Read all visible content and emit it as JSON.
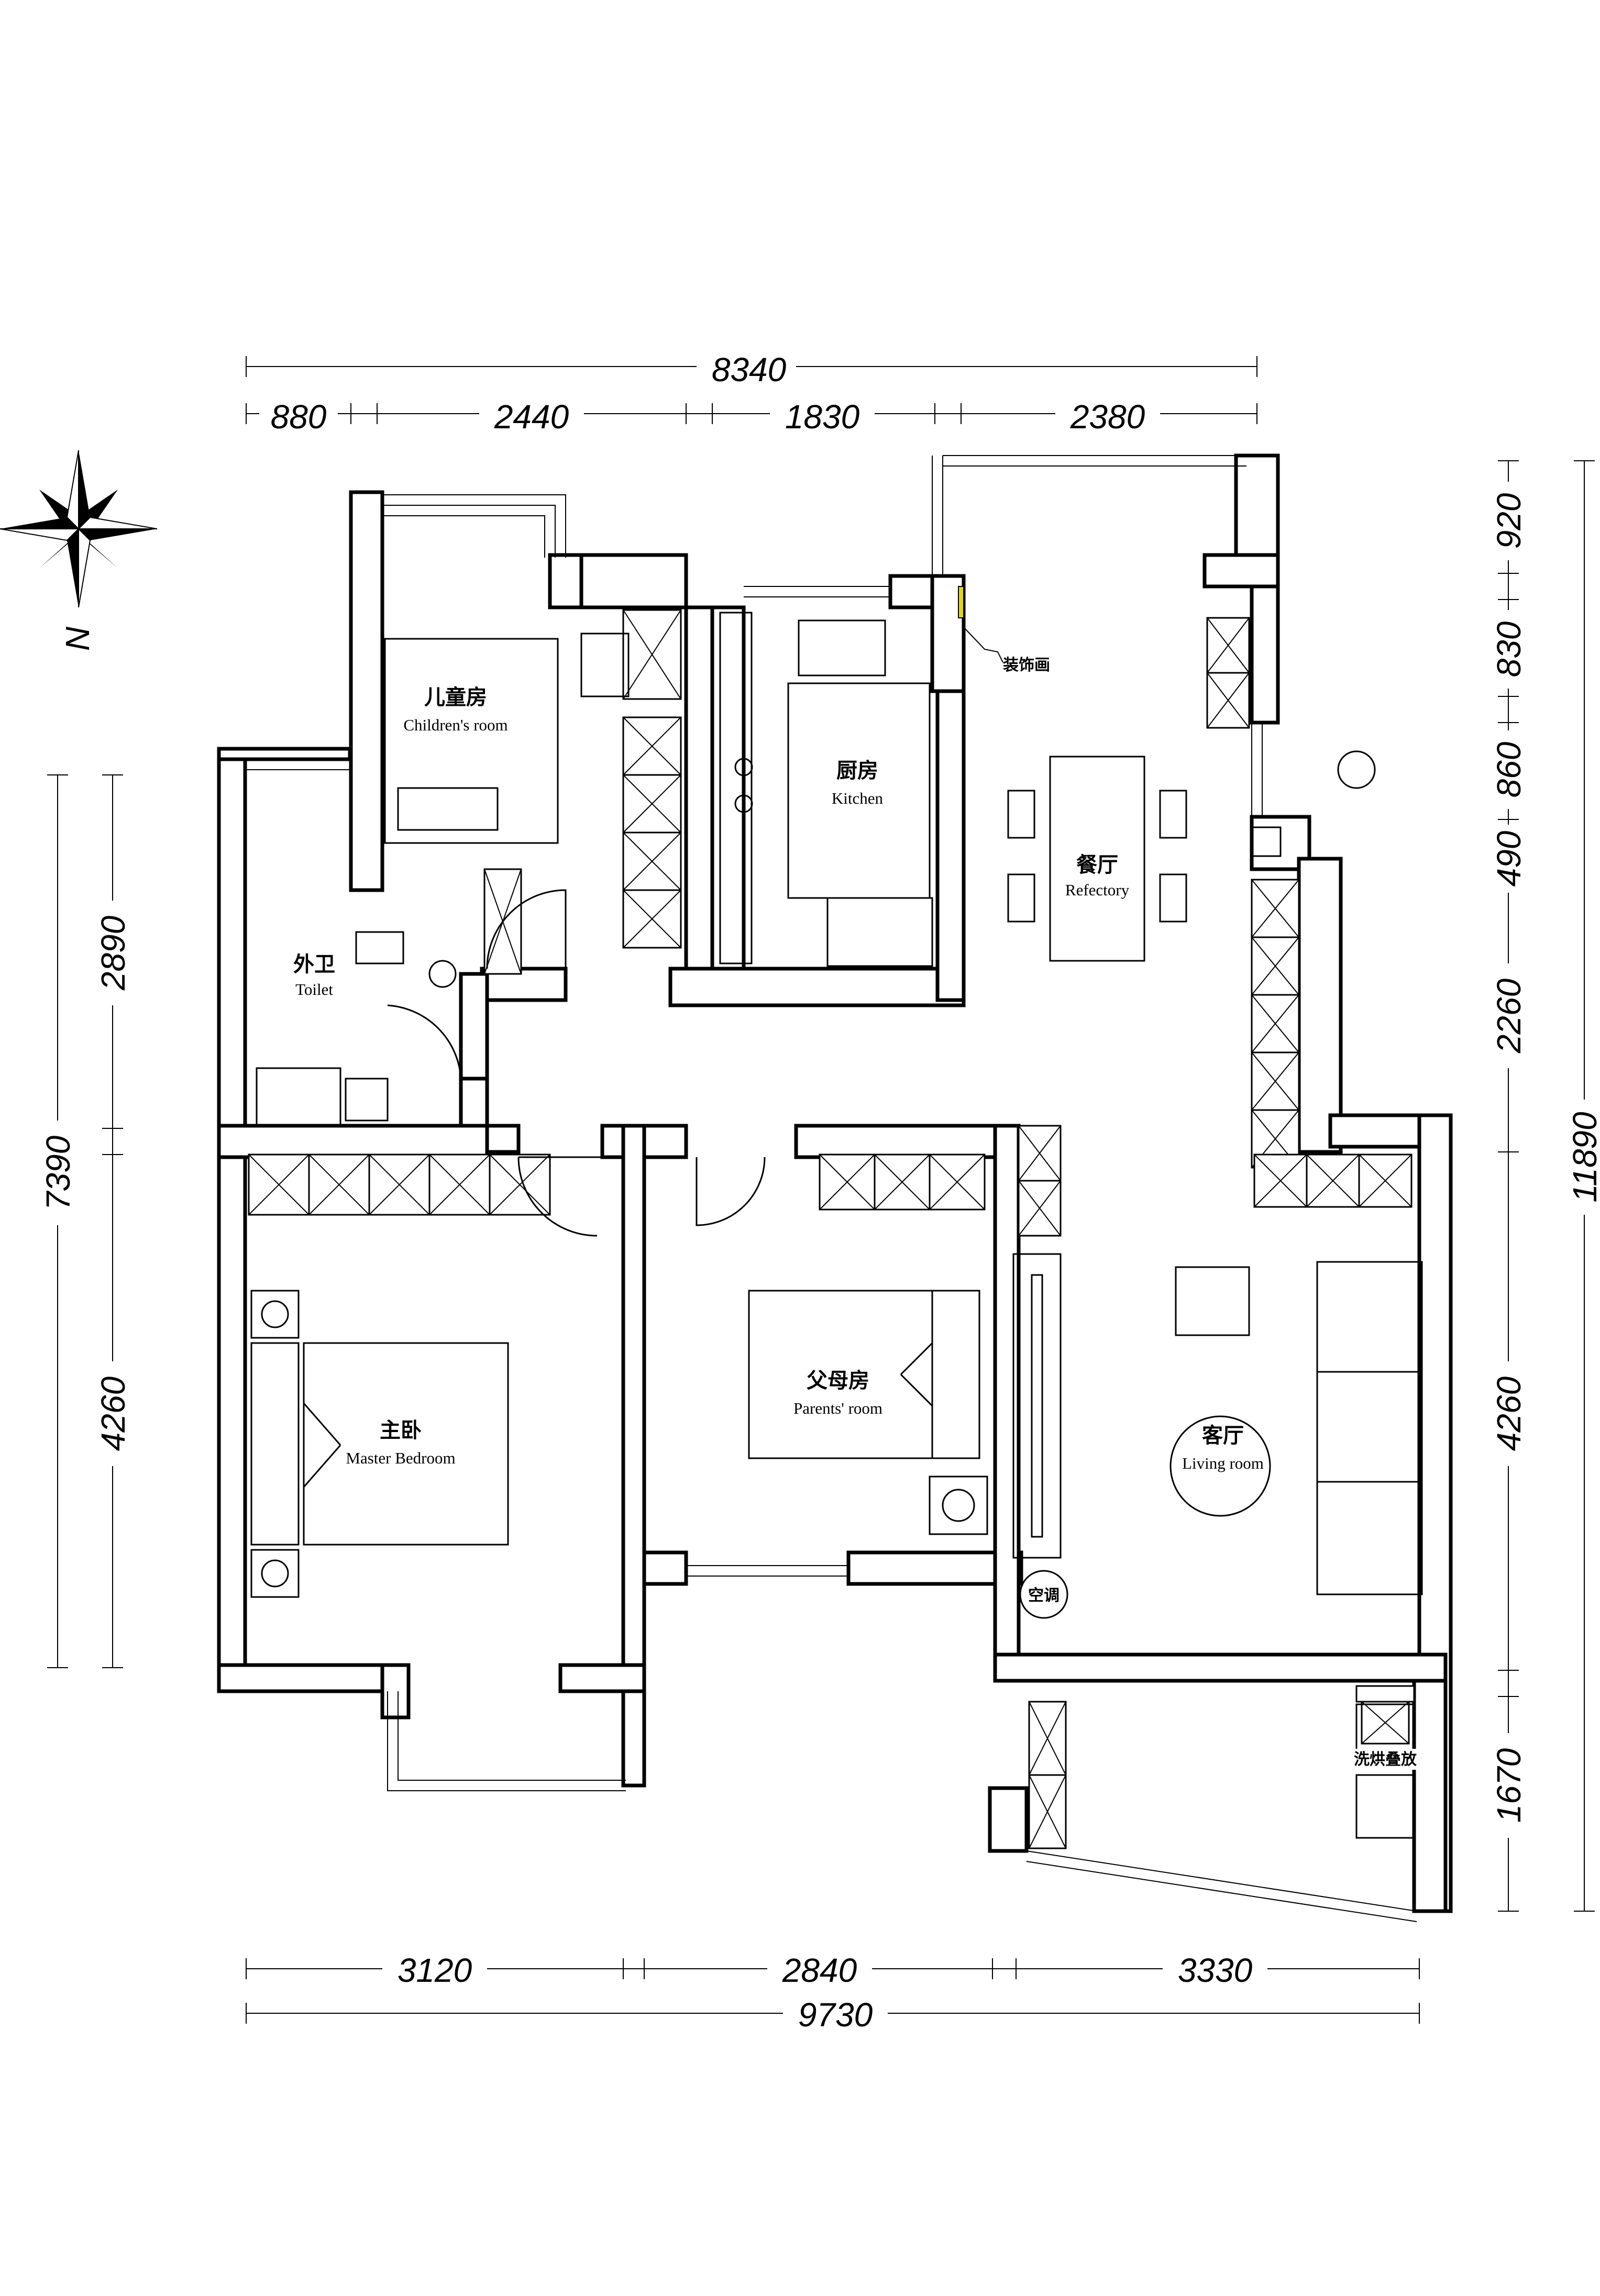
{
  "compass": {
    "north_label": "N",
    "icon": "compass-rose-icon"
  },
  "dimensions": {
    "top_total": "8340",
    "top_segments": [
      "880",
      "2440",
      "1830",
      "2380"
    ],
    "bottom_segments": [
      "3120",
      "2840",
      "3330"
    ],
    "bottom_total": "9730",
    "left_segments_outer": [
      "7390"
    ],
    "left_segments_inner": [
      "2890",
      "4260"
    ],
    "right_segments": [
      "920",
      "830",
      "860",
      "490",
      "2260",
      "4260",
      "1670"
    ],
    "right_total": "11890"
  },
  "rooms": {
    "children": {
      "cn": "儿童房",
      "en": "Children's room"
    },
    "kitchen": {
      "cn": "厨房",
      "en": "Kitchen"
    },
    "refectory": {
      "cn": "餐厅",
      "en": "Refectory"
    },
    "toilet": {
      "cn": "外卫",
      "en": "Toilet"
    },
    "master": {
      "cn": "主卧",
      "en": "Master Bedroom"
    },
    "parents": {
      "cn": "父母房",
      "en": "Parents' room"
    },
    "living": {
      "cn": "客厅",
      "en": "Living room"
    }
  },
  "notes": {
    "painting": "装饰画",
    "aircon": "空调",
    "washer": "洗烘叠放"
  },
  "colors": {
    "line": "#000000",
    "background": "#ffffff",
    "accent_yellow": "#e6d800"
  }
}
